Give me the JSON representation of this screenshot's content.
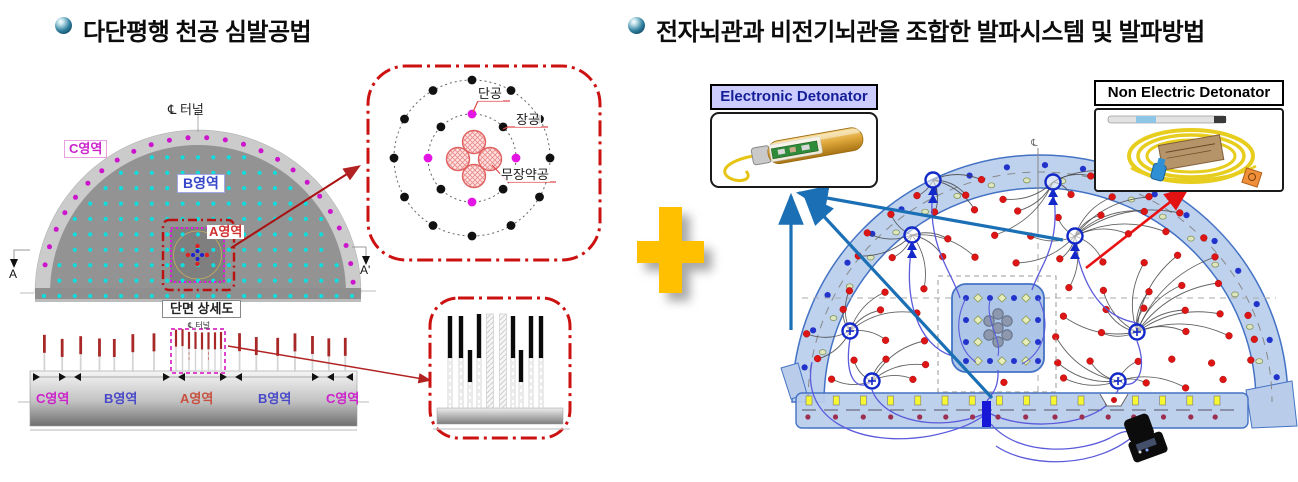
{
  "left": {
    "title": "다단평행 천공 심발공법",
    "tunnel_section": {
      "centerline": "℄ 터널",
      "zone_c": "C영역",
      "zone_b": "B영역",
      "zone_a": "A영역",
      "marker_left": "A",
      "marker_right": "A'"
    },
    "cut_detail": {
      "short_hole": "단공",
      "long_hole": "장공",
      "uncharged_hole": "무장약공"
    },
    "profile": {
      "title": "단면 상세도",
      "centerline": "℄ 터널",
      "zones": [
        "C영역",
        "B영역",
        "A영역",
        "B영역",
        "C영역"
      ]
    }
  },
  "right": {
    "title": "전자뇌관과 비전기뇌관을 조합한 발파시스템 및 발파방법",
    "electronic_detonator": "Electronic Detonator",
    "non_electric_detonator": "Non Electric Detonator",
    "tunnel_centerline": "℄"
  },
  "colors": {
    "plus": "#FFC000",
    "cyan_dot": "#10dede",
    "magenta_dot": "#cc14cc",
    "red_dot": "#dd1515",
    "blue_dot": "#2233cc",
    "band_fill": "#b9cdeb",
    "band_stroke": "#4472c4",
    "red_dash": "#c01010",
    "electronic_label_bg": "#ccccfe"
  }
}
